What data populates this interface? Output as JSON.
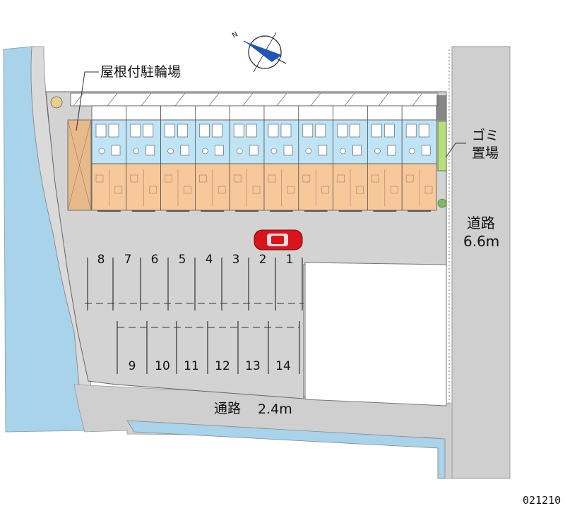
{
  "labels": {
    "bike_shelter": "屋根付駐輪場",
    "garbage_line1": "ゴミ",
    "garbage_line2": "置場",
    "main_road_name": "道路",
    "main_road_width": "6.6m",
    "lane_name": "通路",
    "lane_width": "2.4m",
    "map_code": "021210"
  },
  "parking": {
    "upper_row": [
      "8",
      "7",
      "6",
      "5",
      "4",
      "3",
      "2",
      "1"
    ],
    "lower_row": [
      "9",
      "10",
      "11",
      "12",
      "13",
      "14"
    ]
  },
  "building": {
    "units": 10
  },
  "colors": {
    "water": "#a9d3ea",
    "road": "#cfcfcf",
    "building_blue": "#bfe4f5",
    "building_orange": "#f7c99a",
    "bike_shelter": "#e7ba8c",
    "garbage": "#b6e07a",
    "car": "#d9141b"
  }
}
